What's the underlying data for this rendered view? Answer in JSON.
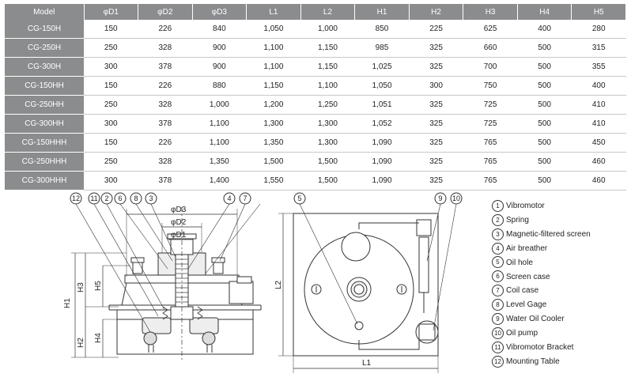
{
  "table": {
    "headers": [
      "Model",
      "φD1",
      "φD2",
      "φD3",
      "L1",
      "L2",
      "H1",
      "H2",
      "H3",
      "H4",
      "H5"
    ],
    "rows": [
      [
        "CG-150H",
        "150",
        "226",
        "840",
        "1,050",
        "1,000",
        "850",
        "225",
        "625",
        "400",
        "280"
      ],
      [
        "CG-250H",
        "250",
        "328",
        "900",
        "1,100",
        "1,150",
        "985",
        "325",
        "660",
        "500",
        "315"
      ],
      [
        "CG-300H",
        "300",
        "378",
        "900",
        "1,100",
        "1,150",
        "1,025",
        "325",
        "700",
        "500",
        "355"
      ],
      [
        "CG-150HH",
        "150",
        "226",
        "880",
        "1,150",
        "1,100",
        "1,050",
        "300",
        "750",
        "500",
        "400"
      ],
      [
        "CG-250HH",
        "250",
        "328",
        "1,000",
        "1,200",
        "1,250",
        "1,051",
        "325",
        "725",
        "500",
        "410"
      ],
      [
        "CG-300HH",
        "300",
        "378",
        "1,100",
        "1,300",
        "1,300",
        "1,052",
        "325",
        "725",
        "500",
        "410"
      ],
      [
        "CG-150HHH",
        "150",
        "226",
        "1,100",
        "1,350",
        "1,300",
        "1,090",
        "325",
        "765",
        "500",
        "450"
      ],
      [
        "CG-250HHH",
        "250",
        "328",
        "1,350",
        "1,500",
        "1,500",
        "1,090",
        "325",
        "765",
        "500",
        "460"
      ],
      [
        "CG-300HHH",
        "300",
        "378",
        "1,400",
        "1,550",
        "1,500",
        "1,090",
        "325",
        "765",
        "500",
        "460"
      ]
    ]
  },
  "drawing_labels": {
    "d1": "φD1",
    "d2": "φD2",
    "d3": "φD3",
    "h1": "H1",
    "h2": "H2",
    "h3": "H3",
    "h4": "H4",
    "h5": "H5",
    "l1": "L1",
    "l2": "L2"
  },
  "side_callouts": [
    "12",
    "11",
    "2",
    "6",
    "8",
    "3",
    "4",
    "7"
  ],
  "top_callouts": [
    "5",
    "9",
    "10"
  ],
  "legend": [
    {
      "num": "1",
      "text": "Vibromotor"
    },
    {
      "num": "2",
      "text": "Spring"
    },
    {
      "num": "3",
      "text": "Magnetic-filtered screen"
    },
    {
      "num": "4",
      "text": "Air breather"
    },
    {
      "num": "5",
      "text": "Oil hole"
    },
    {
      "num": "6",
      "text": "Screen case"
    },
    {
      "num": "7",
      "text": "Coil case"
    },
    {
      "num": "8",
      "text": "Level Gage"
    },
    {
      "num": "9",
      "text": "Water Oil Cooler"
    },
    {
      "num": "10",
      "text": "Oil pump"
    },
    {
      "num": "11",
      "text": "Vibromotor Bracket"
    },
    {
      "num": "12",
      "text": "Mounting Table"
    }
  ]
}
